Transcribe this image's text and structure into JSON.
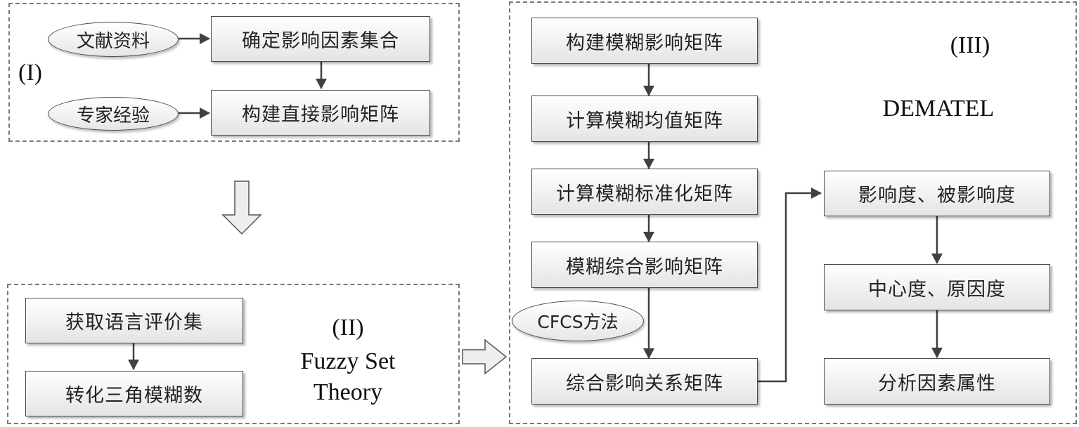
{
  "panel_1": {
    "label": "(I)",
    "sources": {
      "literature": "文献资料",
      "expert": "专家经验"
    },
    "steps": [
      "确定影响因素集合",
      "构建直接影响矩阵"
    ]
  },
  "panel_2": {
    "label": "(II)",
    "title_line1": "Fuzzy Set",
    "title_line2": "Theory",
    "steps": [
      "获取语言评价集",
      "转化三角模糊数"
    ]
  },
  "panel_3": {
    "label": "(III)",
    "title": "DEMATEL",
    "method": "CFCS方法",
    "left_steps": [
      "构建模糊影响矩阵",
      "计算模糊均值矩阵",
      "计算模糊标准化矩阵",
      "模糊综合影响矩阵",
      "综合影响关系矩阵"
    ],
    "right_steps": [
      "影响度、被影响度",
      "中心度、原因度",
      "分析因素属性"
    ]
  },
  "colors": {
    "line": "#404040",
    "dashed_border": "#7a7a7a",
    "box_fill_top": "#ffffff",
    "box_fill_bottom": "#e4e4e4"
  }
}
